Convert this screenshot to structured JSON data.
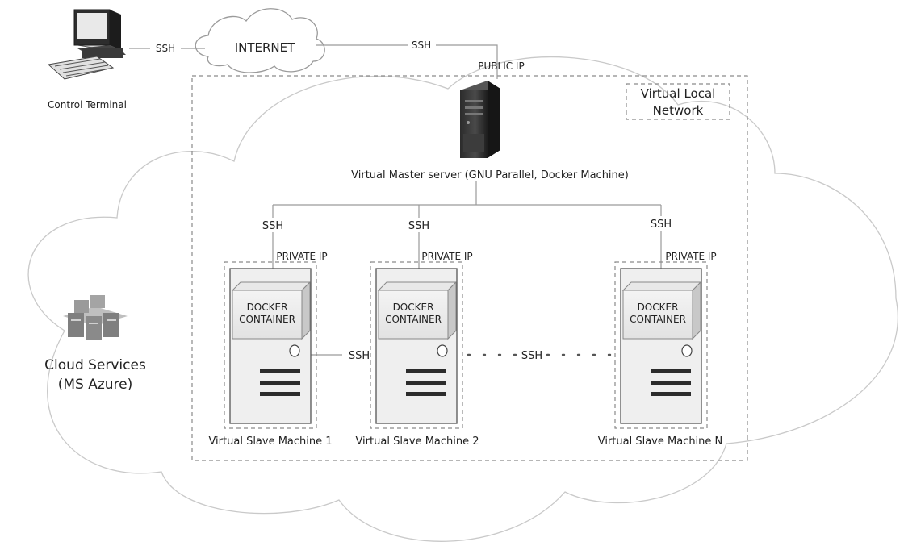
{
  "terminal": {
    "label": "Control Terminal"
  },
  "internet": {
    "label": "INTERNET"
  },
  "links": {
    "terminal_internet": "SSH",
    "internet_master": "SSH",
    "master_slave_1": "SSH",
    "master_slave_2": "SSH",
    "master_slave_n": "SSH",
    "slave_1_slave_2": "SSH",
    "slave_2_slave_n": "SSH"
  },
  "master": {
    "label": "Virtual Master server (GNU Parallel, Docker Machine)",
    "ip_label": "PUBLIC IP"
  },
  "network": {
    "label_line1": "Virtual Local",
    "label_line2": "Network"
  },
  "cloud_services": {
    "label_line1": "Cloud Services",
    "label_line2": "(MS Azure)"
  },
  "slaves": [
    {
      "label": "Virtual Slave Machine 1",
      "ip_label": "PRIVATE IP",
      "container_line1": "DOCKER",
      "container_line2": "CONTAINER"
    },
    {
      "label": "Virtual Slave Machine 2",
      "ip_label": "PRIVATE IP",
      "container_line1": "DOCKER",
      "container_line2": "CONTAINER"
    },
    {
      "label": "Virtual Slave Machine N",
      "ip_label": "PRIVATE IP",
      "container_line1": "DOCKER",
      "container_line2": "CONTAINER"
    }
  ]
}
